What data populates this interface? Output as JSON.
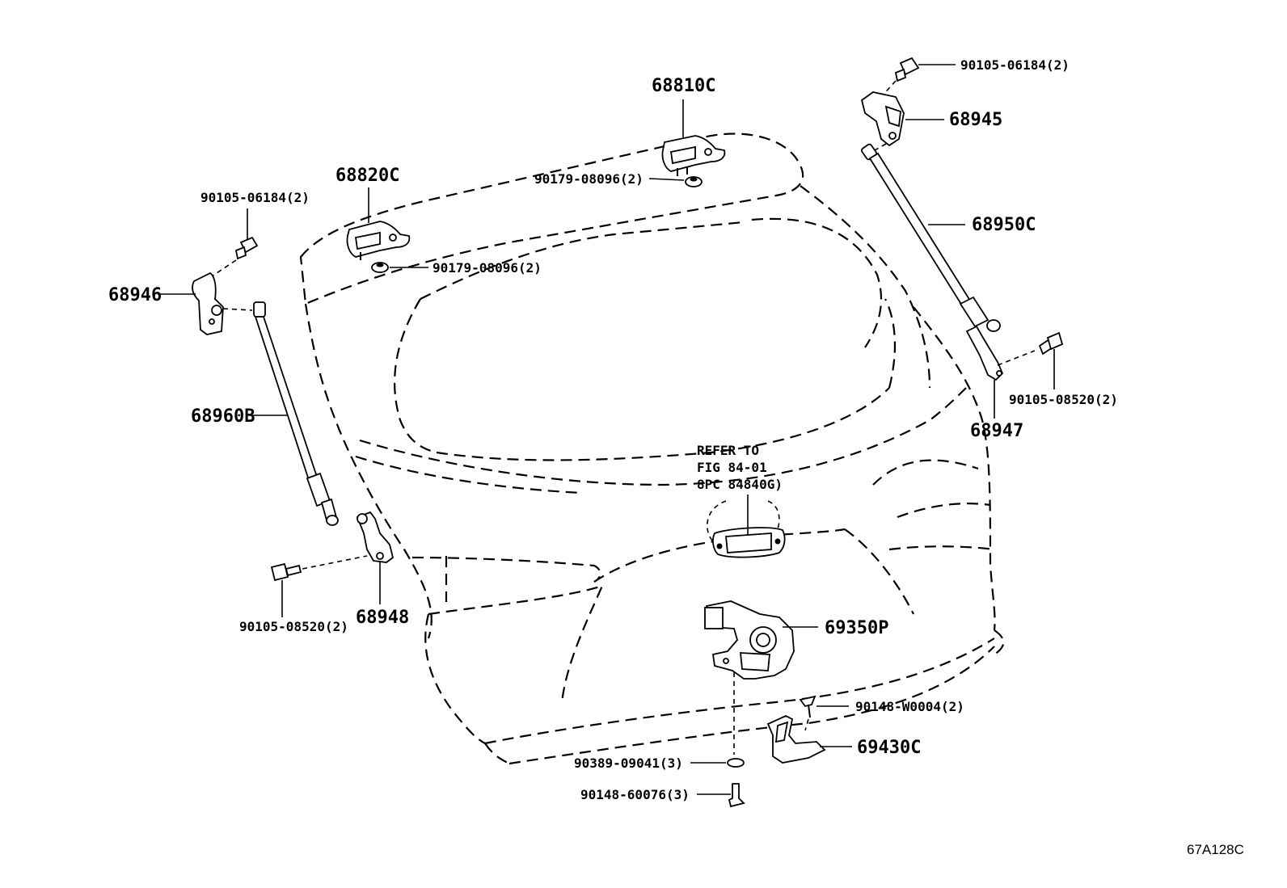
{
  "diagram": {
    "labels": {
      "p68810c": "68810C",
      "p90179_top": "90179-08096(2)",
      "p68820c": "68820C",
      "p90179_left": "90179-08096(2)",
      "p90105_06184_left": "90105-06184(2)",
      "p68946": "68946",
      "p68960b": "68960B",
      "p90105_08520_left": "90105-08520(2)",
      "p68948": "68948",
      "p90105_06184_right": "90105-06184(2)",
      "p68945": "68945",
      "p68950c": "68950C",
      "p90105_08520_right": "90105-08520(2)",
      "p68947": "68947",
      "refer_line1": "REFER TO",
      "refer_line2": "FIG 84-01",
      "refer_line3": "8PC 84840G)",
      "p69350p": "69350P",
      "p90148_w0004": "90148-W0004(2)",
      "p69430c": "69430C",
      "p90389": "90389-09041(3)",
      "p90148_60076": "90148-60076(3)"
    },
    "figure_code": "67A128C"
  }
}
